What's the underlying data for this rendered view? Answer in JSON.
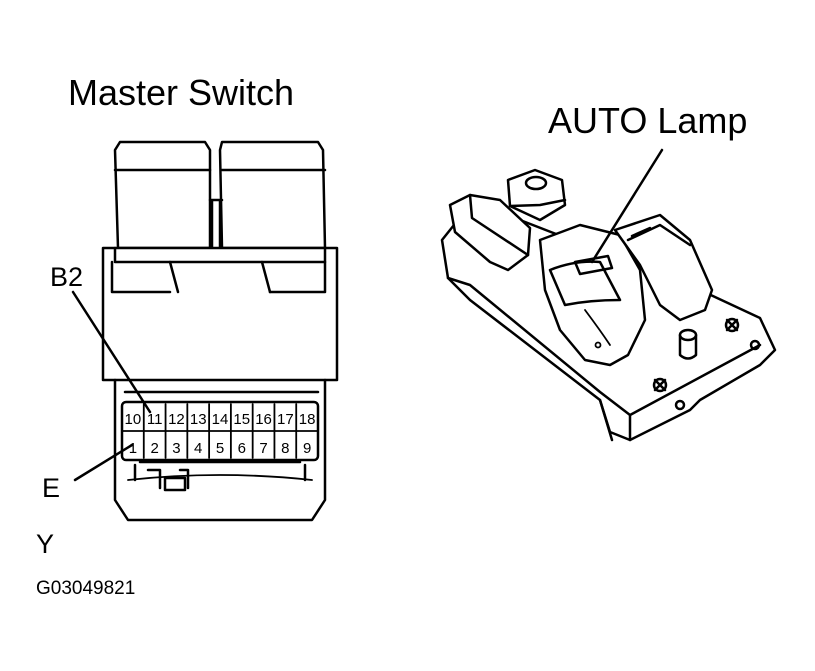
{
  "labels": {
    "master_switch": "Master Switch",
    "auto_lamp": "AUTO Lamp",
    "b2": "B2",
    "e": "E",
    "y": "Y",
    "figure_code": "G03049821"
  },
  "connector": {
    "top_row": [
      "10",
      "11",
      "12",
      "13",
      "14",
      "15",
      "16",
      "17",
      "18"
    ],
    "bottom_row": [
      "1",
      "2",
      "3",
      "4",
      "5",
      "6",
      "7",
      "8",
      "9"
    ]
  }
}
